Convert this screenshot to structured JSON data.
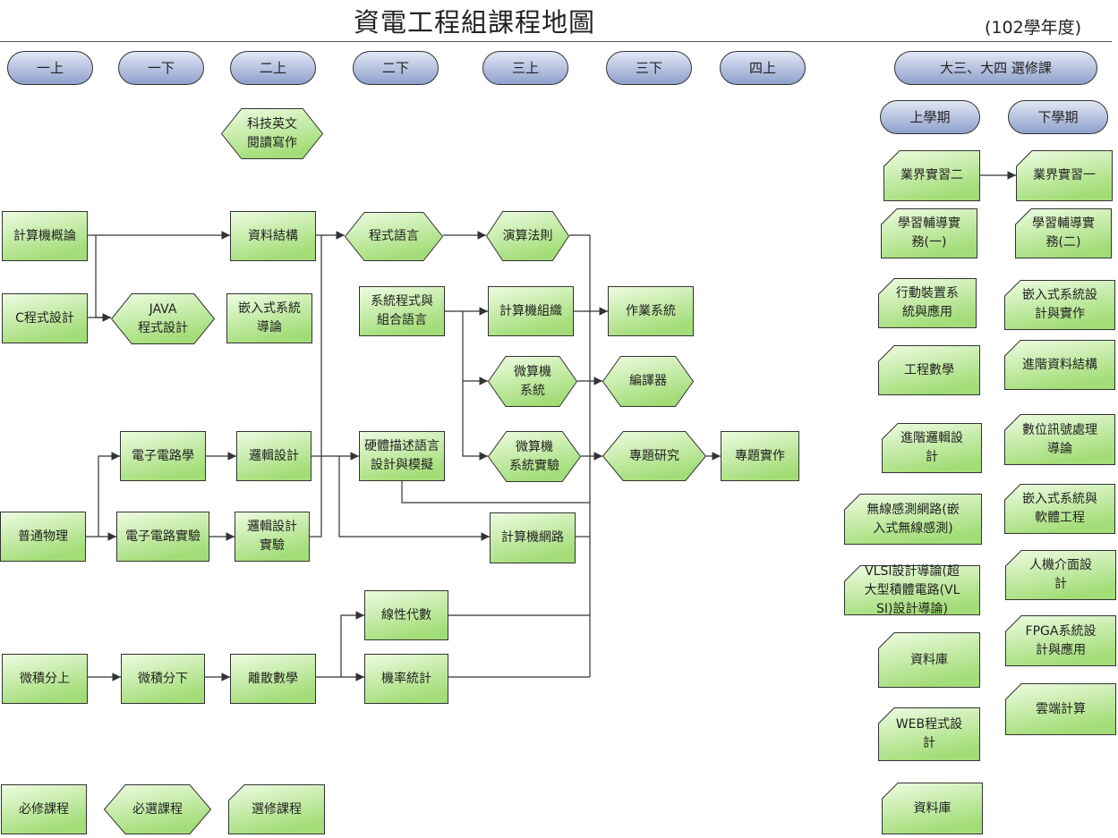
{
  "header": {
    "title": "資電工程組課程地圖",
    "year": "(102學年度)"
  },
  "semesters": [
    "一上",
    "一下",
    "二上",
    "二下",
    "三上",
    "三下",
    "四上"
  ],
  "electives_header": {
    "title": "大三、大四 選修課",
    "upper": "上學期",
    "lower": "下學期"
  },
  "courses": {
    "tech_english": "科技英文\n閱讀寫作",
    "intro_cs": "計算機概論",
    "data_structures": "資料結構",
    "programming_languages": "程式語言",
    "algorithms": "演算法則",
    "c_programming": "C程式設計",
    "java_programming": "JAVA\n程式設計",
    "embedded_intro": "嵌入式系統\n導論",
    "system_programming": "系統程式與\n組合語言",
    "computer_organization": "計算機組織",
    "operating_systems": "作業系統",
    "microcomputer": "微算機\n系統",
    "compiler": "編譯器",
    "electronic_circuits": "電子電路學",
    "logic_design": "邏輯設計",
    "hdl": "硬體描述語言\n設計與模擬",
    "microcomputer_lab": "微算機\n系統實驗",
    "project_research": "專題研究",
    "project_practice": "專題實作",
    "physics": "普通物理",
    "electronic_lab": "電子電路實驗",
    "logic_lab": "邏輯設計\n實驗",
    "networks": "計算機網路",
    "linear_algebra": "線性代數",
    "probability": "機率統計",
    "calculus1": "微積分上",
    "calculus2": "微積分下",
    "discrete_math": "離散數學"
  },
  "electives_upper": [
    "業界實習二",
    "學習輔導實\n務(一)",
    "行動裝置系\n統與應用",
    "工程數學",
    "進階邏輯設\n計",
    "無線感測網路(嵌\n入式無線感測)",
    "VLSI設計導論(超\n大型積體電路(VL\nSI)設計導論)",
    "資料庫",
    "WEB程式設\n計",
    "資料庫"
  ],
  "electives_lower": [
    "業界實習一",
    "學習輔導實\n務(二)",
    "嵌入式系統設\n計與實作",
    "進階資料結構",
    "數位訊號處理\n導論",
    "嵌入式系統與\n軟體工程",
    "人機介面設\n計",
    "FPGA系統設\n計與應用",
    "雲端計算"
  ],
  "legend": {
    "required": "必修課程",
    "required_elective": "必選課程",
    "elective": "選修課程"
  },
  "colors": {
    "stroke": "#333333",
    "green_light": "#eefce2",
    "green_dark": "#a3dd78",
    "blue_light": "#dfe4f3",
    "blue_dark": "#8d9fcb"
  }
}
